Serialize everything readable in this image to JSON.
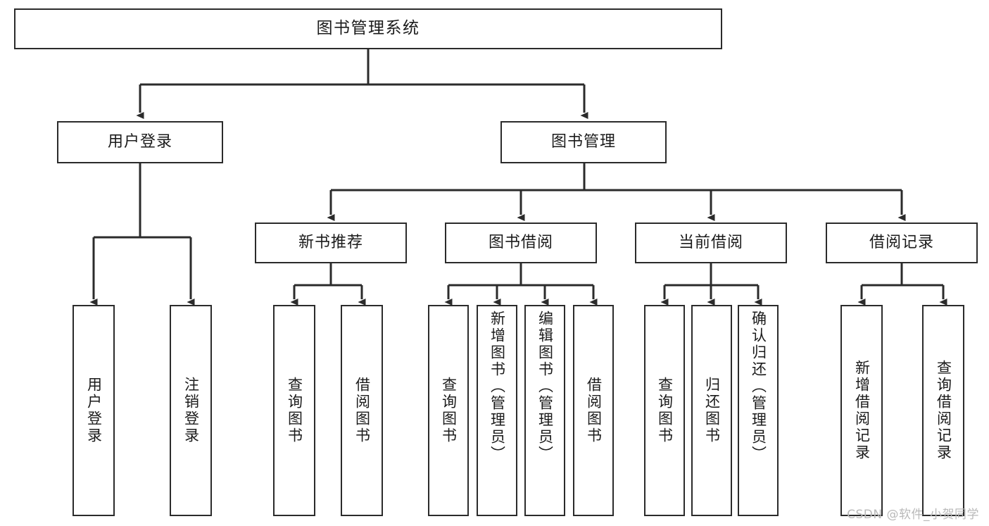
{
  "diagram": {
    "title": "图书管理系统",
    "type": "tree-hierarchy-chart",
    "stroke_color": "#2b2b2b",
    "fill_color": "#ffffff",
    "text_color": "#1b1b1b"
  },
  "root": {
    "label": "图书管理系统"
  },
  "level2": [
    {
      "label": "用户登录"
    },
    {
      "label": "图书管理"
    }
  ],
  "level3": [
    {
      "label": "新书推荐"
    },
    {
      "label": "图书借阅"
    },
    {
      "label": "当前借阅"
    },
    {
      "label": "借阅记录"
    }
  ],
  "leaves": {
    "user_login": [
      {
        "label": "用户登录"
      },
      {
        "label": "注销登录"
      }
    ],
    "new_book": [
      {
        "label": "查询图书"
      },
      {
        "label": "借阅图书"
      }
    ],
    "book_borrow": [
      {
        "label": "查询图书"
      },
      {
        "label": "新增图书（管理员）"
      },
      {
        "label": "编辑图书（管理员）"
      },
      {
        "label": "借阅图书"
      }
    ],
    "current_borrow": [
      {
        "label": "查询图书"
      },
      {
        "label": "归还图书"
      },
      {
        "label": "确认归还（管理员）"
      }
    ],
    "borrow_record": [
      {
        "label": "新增借阅记录"
      },
      {
        "label": "查询借阅记录"
      }
    ]
  },
  "watermark": {
    "text": "CSDN @软件_小贺同学"
  }
}
